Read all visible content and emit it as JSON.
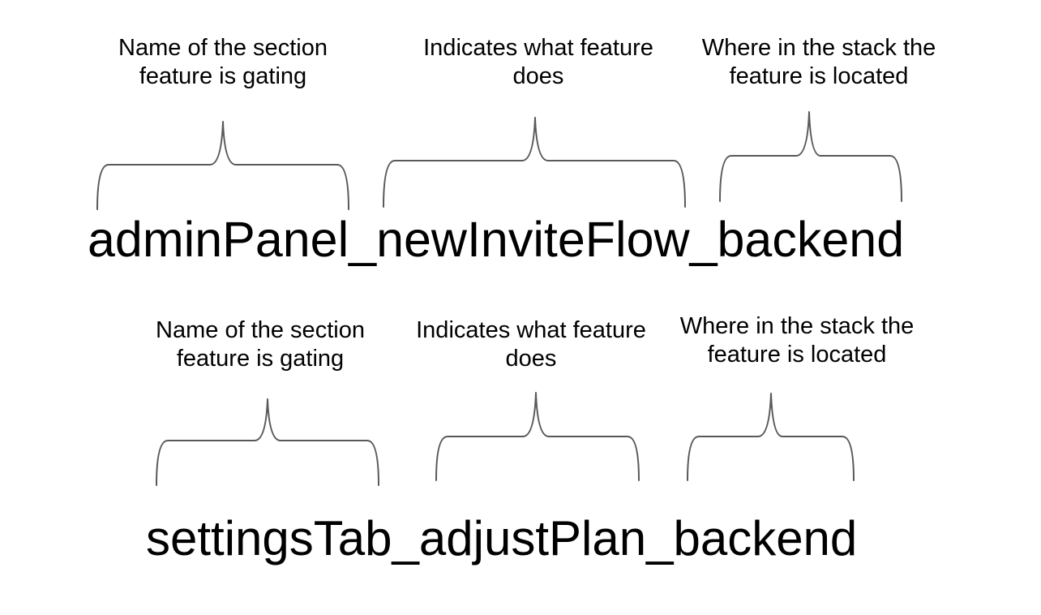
{
  "canvas": {
    "background_color": "#ffffff",
    "text_color": "#000000",
    "brace_color": "#595959"
  },
  "examples": [
    {
      "flag_name": "adminPanel_newInviteFlow_backend",
      "segments": [
        {
          "text": "adminPanel",
          "annotation": [
            "Name of the section",
            "feature is gating"
          ]
        },
        {
          "text": "newInviteFlow",
          "annotation": [
            "Indicates what feature",
            "does"
          ]
        },
        {
          "text": "backend",
          "annotation": [
            "Where in the stack the",
            "feature is located"
          ]
        }
      ]
    },
    {
      "flag_name": "settingsTab_adjustPlan_backend",
      "segments": [
        {
          "text": "settingsTab",
          "annotation": [
            "Name of the section",
            "feature is gating"
          ]
        },
        {
          "text": "adjustPlan",
          "annotation": [
            "Indicates what feature",
            "does"
          ]
        },
        {
          "text": "backend",
          "annotation": [
            "Where in the stack the",
            "feature is located"
          ]
        }
      ]
    }
  ]
}
